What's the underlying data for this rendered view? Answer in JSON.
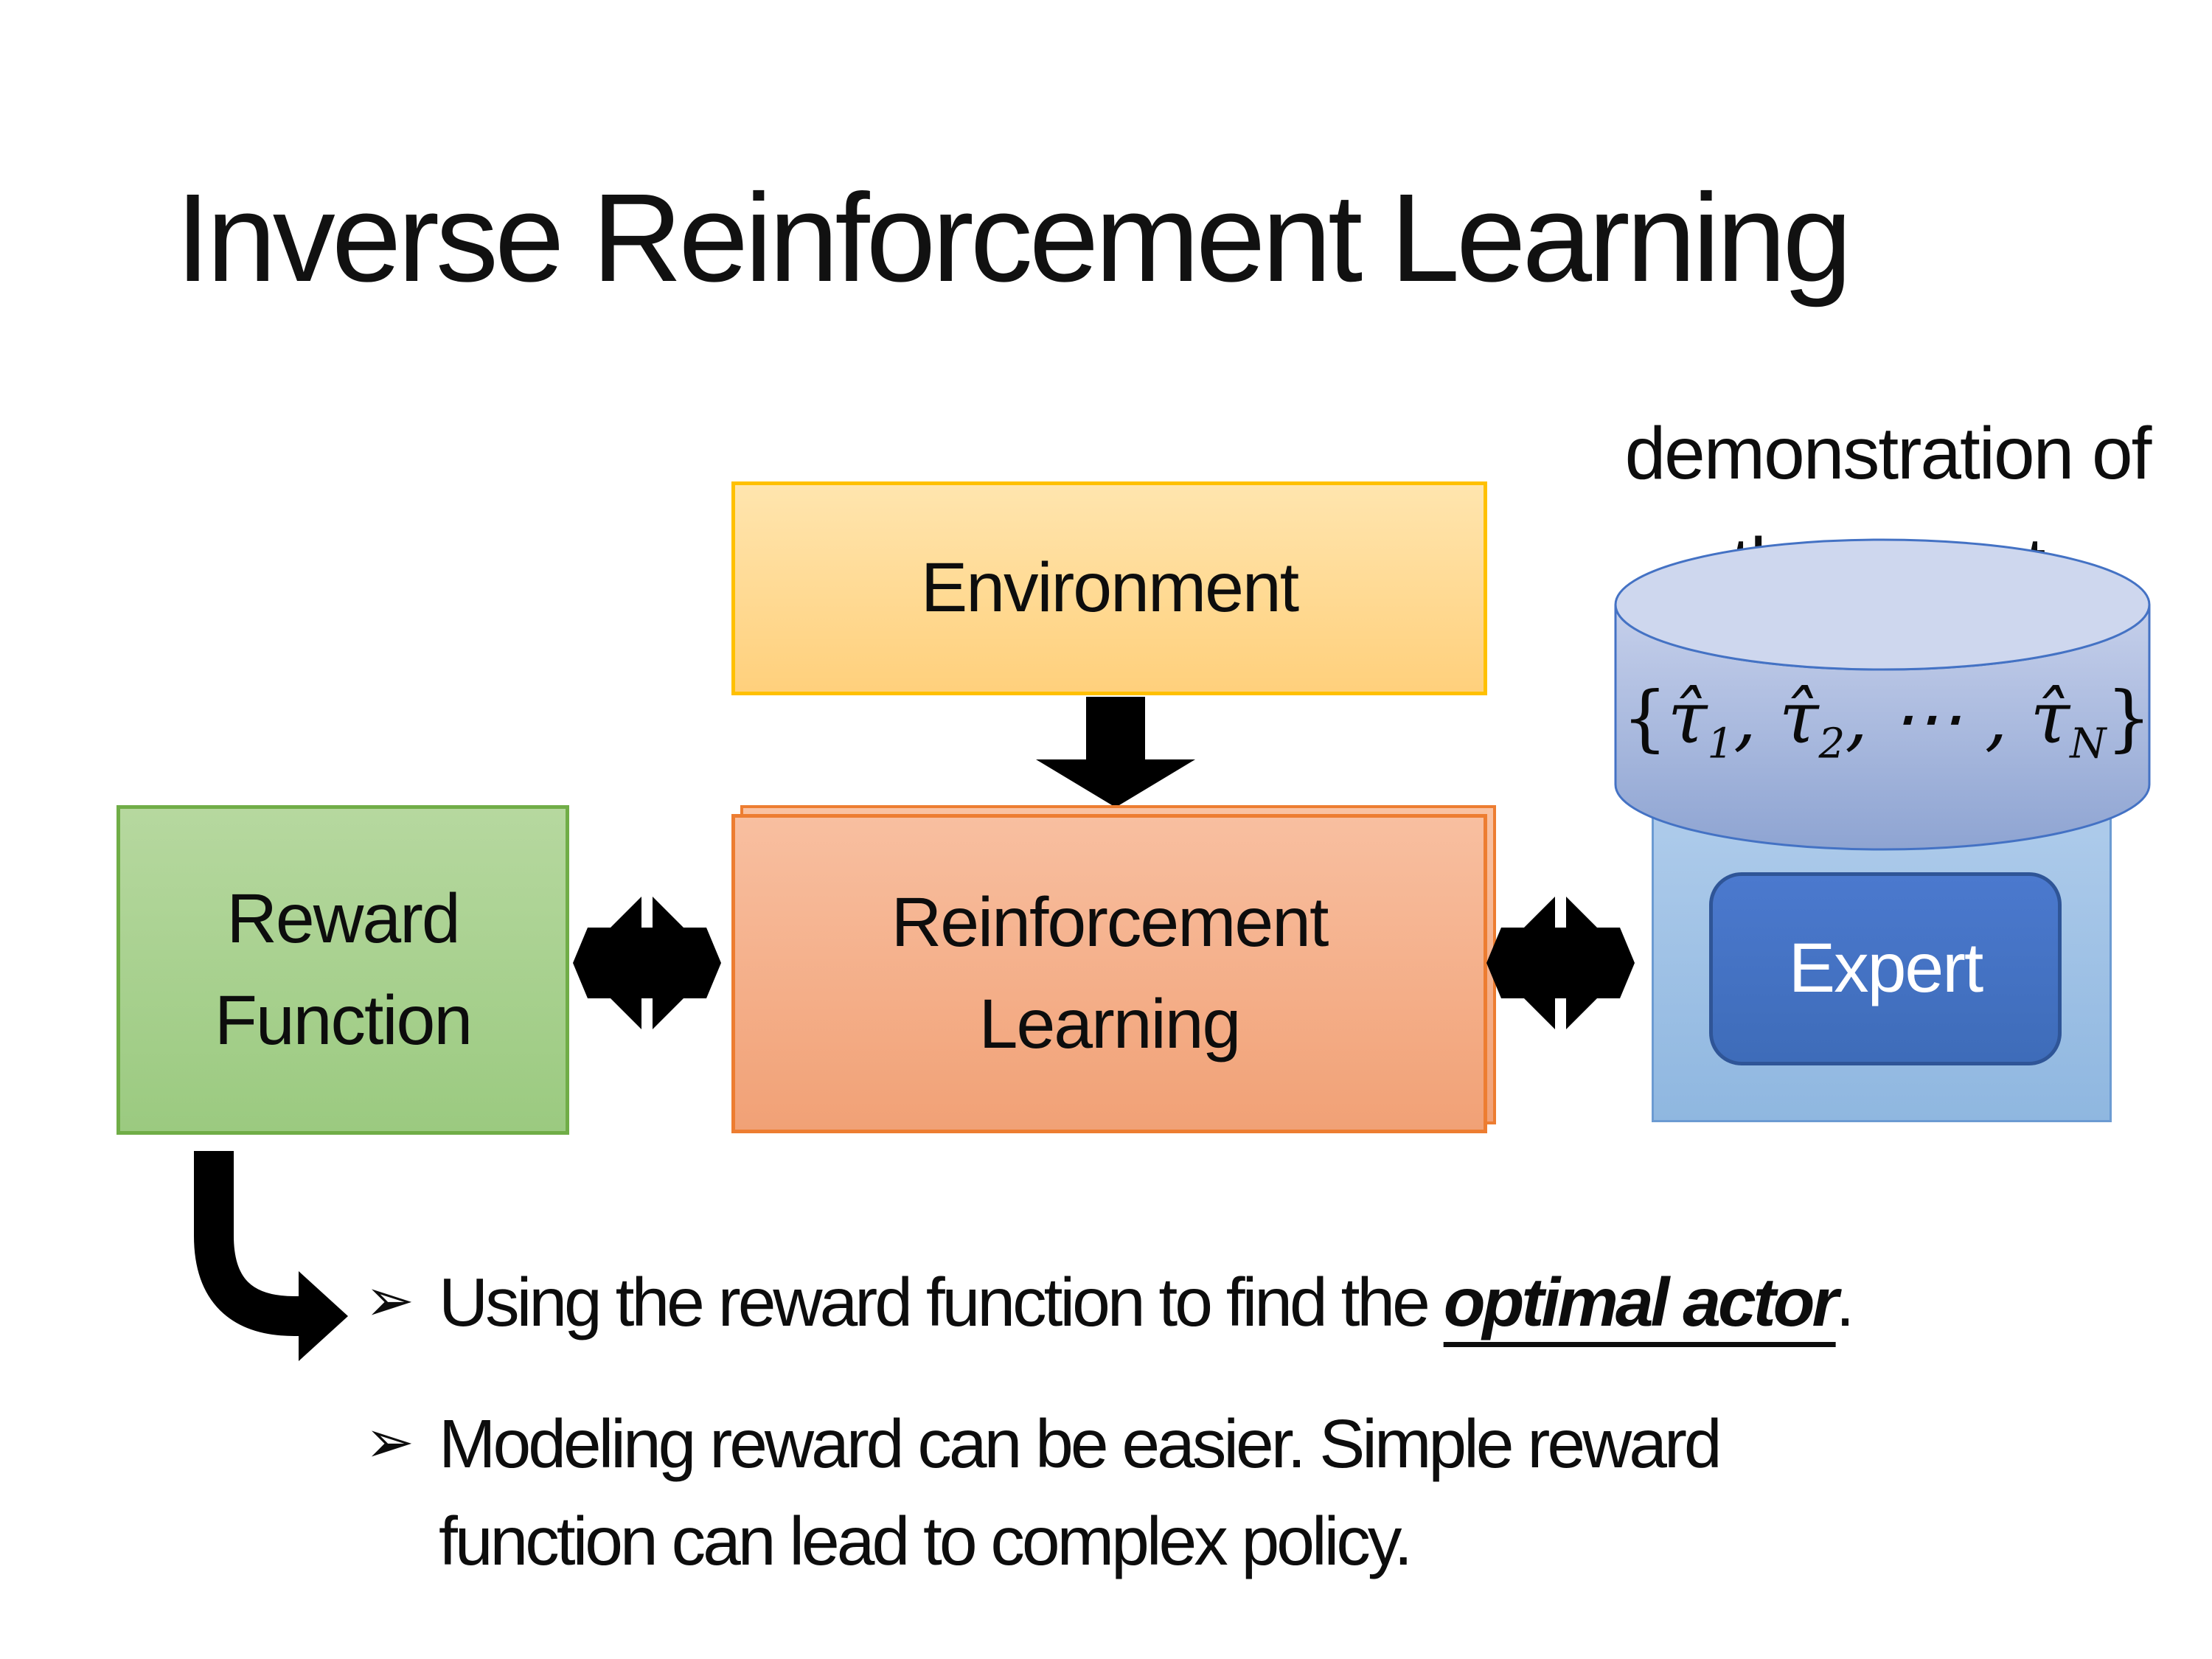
{
  "slide": {
    "title": "Inverse Reinforcement Learning",
    "background_color": "#FFFFFF"
  },
  "demo_label": {
    "text": "demonstration of the expert"
  },
  "boxes": {
    "environment": {
      "label": "Environment",
      "fill_top": "#FFE5AE",
      "fill_bottom": "#FFD07C",
      "border_color": "#FFC000"
    },
    "reward_function": {
      "label": "Reward Function",
      "fill_top": "#B6D89F",
      "fill_bottom": "#9BCA80",
      "border_color": "#70AD47"
    },
    "reinforcement_learning": {
      "label": "Reinforcement Learning",
      "fill_top": "#F8BFA0",
      "fill_bottom": "#F1A176",
      "border_color": "#ED7D31"
    },
    "expert": {
      "label": "Expert",
      "fill": "#4472C4",
      "border_color": "#2F5597",
      "text_color": "#FFFFFF"
    },
    "expert_container": {
      "fill_top": "#AFCCEB",
      "fill_bottom": "#8FB7E0",
      "border_color": "#6C9BD2"
    }
  },
  "database": {
    "body_fill_top": "#C6D0EB",
    "body_fill_bottom": "#8EA4D2",
    "top_fill": "#CED7EE",
    "border_color": "#4472C4",
    "formula": {
      "open": "{",
      "close": "}",
      "terms": [
        {
          "base": "τ̂",
          "sub": "1",
          "sep": ", "
        },
        {
          "base": "τ̂",
          "sub": "2",
          "sep": ", "
        },
        {
          "base": "⋯",
          "sub": "",
          "sep": " , "
        },
        {
          "base": "τ̂",
          "sub": "N",
          "sep": ""
        }
      ]
    }
  },
  "arrows": {
    "color": "#000000",
    "down_arrow": "environment-to-rl",
    "exchange_left": "reward-rl-interaction",
    "exchange_right": "rl-expert-interaction",
    "elbow": "reward-to-bullets"
  },
  "bullets": {
    "marker": "➢",
    "item1": {
      "pre": "Using the reward function to find the ",
      "emphasis": "optimal actor",
      "post": "."
    },
    "item2": {
      "text": "Modeling reward can be easier. Simple reward function can lead to complex policy."
    }
  }
}
